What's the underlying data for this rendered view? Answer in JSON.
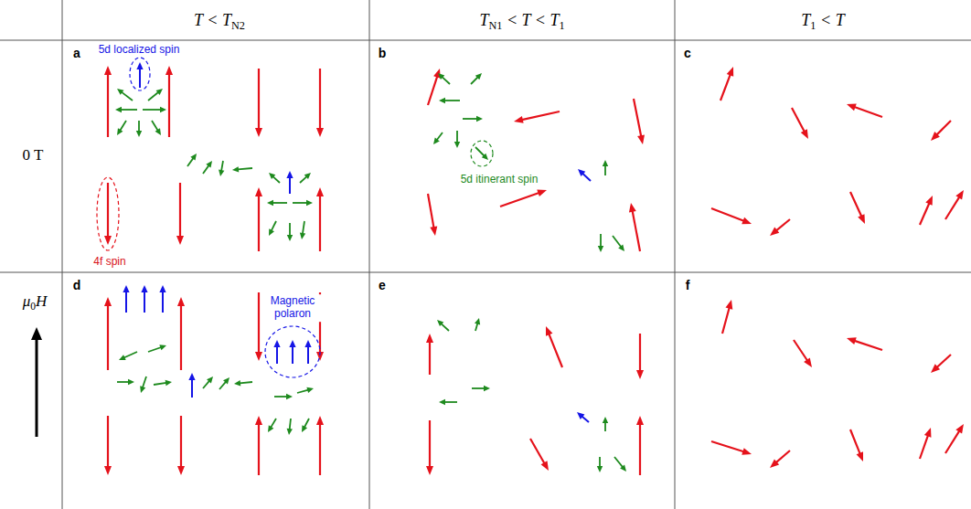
{
  "diagram": {
    "labels": [
      "T < T",
      "N2",
      "T",
      "N1",
      "< T < T",
      "1",
      "T",
      "1",
      "< T",
      "0 T",
      "μ",
      "0",
      "H",
      "a",
      "5d localized spin",
      "4f spin",
      "b",
      "5d itinerant spin",
      "c",
      "d",
      "Magnetic polaron",
      "e",
      "f"
    ]
  }
}
